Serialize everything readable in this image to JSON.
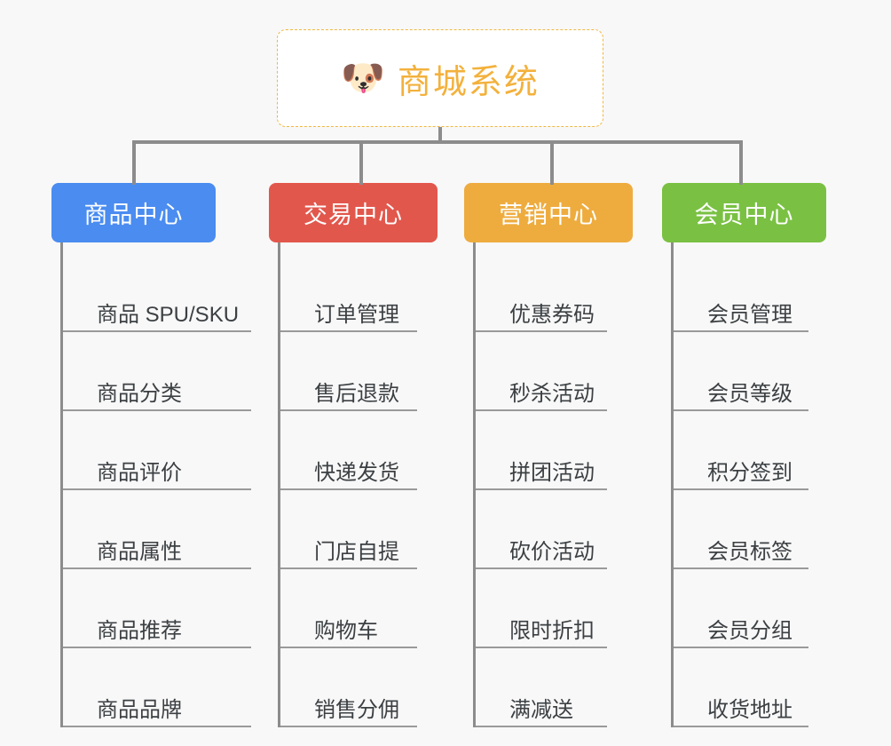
{
  "background_color": "#f8f8f8",
  "root": {
    "icon": "dog-face-emoji",
    "icon_glyph": "🐶",
    "title": "商城系统",
    "border_color": "#f0b73f",
    "text_color": "#f3b13c"
  },
  "connector_color": "#8c8c8c",
  "branches": [
    {
      "title": "商品中心",
      "color": "#4a8cf0",
      "items": [
        "商品 SPU/SKU",
        "商品分类",
        "商品评价",
        "商品属性",
        "商品推荐",
        "商品品牌"
      ]
    },
    {
      "title": "交易中心",
      "color": "#e2574c",
      "items": [
        "订单管理",
        "售后退款",
        "快递发货",
        "门店自提",
        "购物车",
        "销售分佣"
      ]
    },
    {
      "title": "营销中心",
      "color": "#eeac3f",
      "items": [
        "优惠券码",
        "秒杀活动",
        "拼团活动",
        "砍价活动",
        "限时折扣",
        "满减送"
      ]
    },
    {
      "title": "会员中心",
      "color": "#77c košice"
    }
  ]
}
